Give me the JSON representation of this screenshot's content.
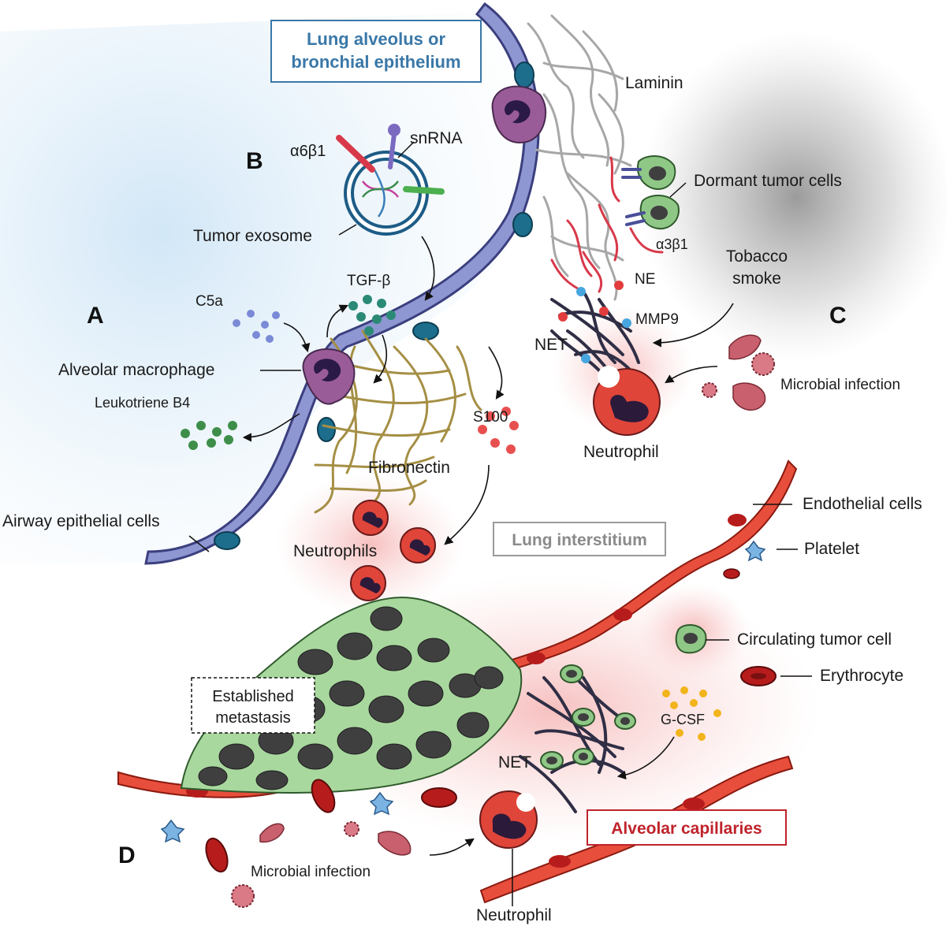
{
  "panels": [
    "A",
    "B",
    "C",
    "D"
  ],
  "regions": {
    "alveolus": "Lung alveolus or bronchial epithelium",
    "alveolus_line1": "Lung alveolus or",
    "alveolus_line2": "bronchial epithelium",
    "interstitium": "Lung interstitium",
    "capillaries": "Alveolar capillaries",
    "metastasis_line1": "Established",
    "metastasis_line2": "metastasis"
  },
  "labels": {
    "laminin": "Laminin",
    "a6b1": "α6β1",
    "snrna": "snRNA",
    "tumor_exosome": "Tumor exosome",
    "dormant_tumor_cells": "Dormant tumor cells",
    "a3b1": "α3β1",
    "tobacco_line1": "Tobacco",
    "tobacco_line2": "smoke",
    "ne": "NE",
    "mmp9": "MMP9",
    "net_top": "NET",
    "microbial_infection_top": "Microbial infection",
    "neutrophil_top": "Neutrophil",
    "c5a": "C5a",
    "tgf_b": "TGF-β",
    "alveolar_macrophage": "Alveolar macrophage",
    "leukotriene": "Leukotriene B4",
    "fibronectin": "Fibronectin",
    "s100": "S100",
    "airway_epithelial_cells": "Airway epithelial cells",
    "neutrophils": "Neutrophils",
    "endothelial_cells": "Endothelial cells",
    "platelet": "Platelet",
    "circulating_tumor_cell": "Circulating tumor cell",
    "erythrocyte": "Erythrocyte",
    "g_csf": "G-CSF",
    "net_bottom": "NET",
    "microbial_infection_bottom": "Microbial infection",
    "neutrophil_bottom": "Neutrophil"
  },
  "colors": {
    "epithelium": "#8f97d2",
    "epithelium_dark": "#3b3f7e",
    "nucleus": "#1c6e8c",
    "alveolus_fill": "#e4f0fa",
    "macrophage": "#9a5c98",
    "fibronectin": "#a58f45",
    "laminin": "#a7a7a7",
    "red_fiber": "#d8394a",
    "tumor_cell": "#8fc886",
    "tumor_nucleus": "#3f3f3f",
    "vessel": "#d63a2a",
    "erythrocyte": "#b71c1c",
    "neutrophil": "#e0453a",
    "net": "#2f2e45",
    "alveolus_border": "#3a78a8",
    "interstitium_border": "#9a9a9a",
    "capillary_border": "#c0232b",
    "tgf_dot": "#2a8a76",
    "c5a_dot": "#7a8ad6",
    "leuko_dot": "#3e8e4a",
    "s100_dot": "#e85050",
    "gcsf_dot": "#f2b41c",
    "microbe": "#c9606e"
  }
}
